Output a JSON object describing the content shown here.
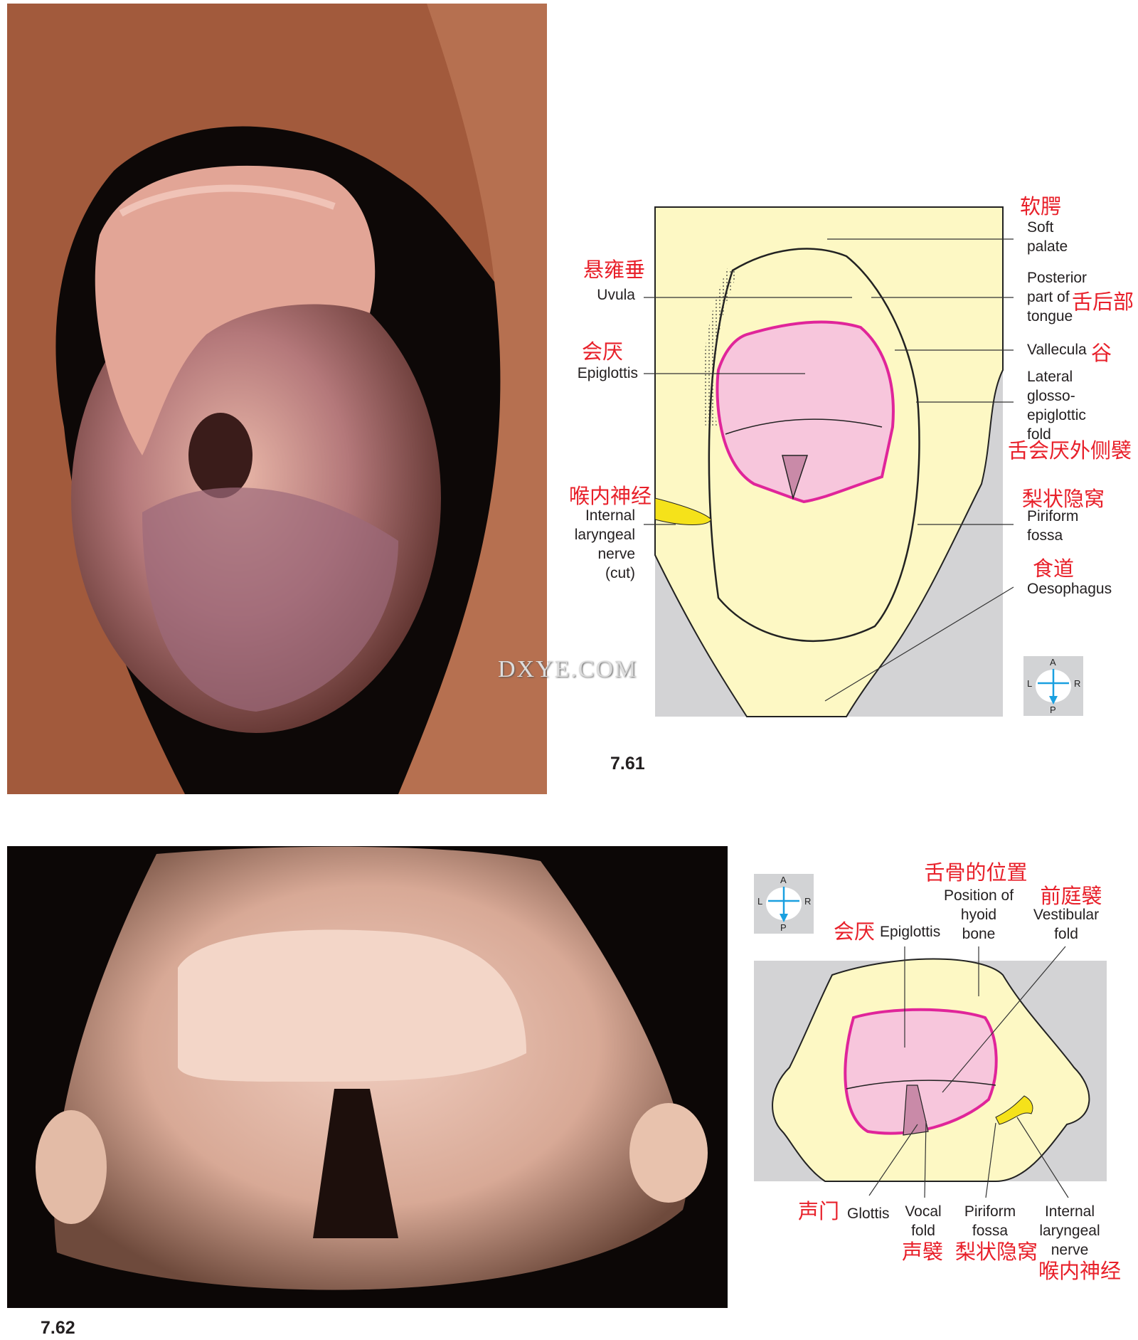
{
  "watermark": "DXYE.COM",
  "figure_761": {
    "number": "7.61",
    "labels": {
      "soft_palate_zh": "软腭",
      "soft_palate_1": "Soft",
      "soft_palate_2": "palate",
      "uvula_zh": "悬雍垂",
      "uvula": "Uvula",
      "post_tongue_1": "Posterior",
      "post_tongue_2": "part of",
      "post_tongue_3": "tongue",
      "post_tongue_zh": "舌后部",
      "vallecula": "Vallecula",
      "vallecula_zh": "谷",
      "epiglottis_zh": "会厌",
      "epiglottis": "Epiglottis",
      "lgef_1": "Lateral",
      "lgef_2": "glosso-",
      "lgef_3": "epiglottic",
      "lgef_4": "fold",
      "lgef_zh": "舌会厌外侧襞",
      "iln_zh": "喉内神经",
      "iln_1": "Internal",
      "iln_2": "laryngeal",
      "iln_3": "nerve",
      "iln_4": "(cut)",
      "piriform_zh": "梨状隐窝",
      "piriform_1": "Piriform",
      "piriform_2": "fossa",
      "oesophagus_zh": "食道",
      "oesophagus": "Oesophagus"
    },
    "orientation": {
      "a": "A",
      "p": "P",
      "l": "L",
      "r": "R"
    }
  },
  "figure_762": {
    "number": "7.62",
    "labels": {
      "hyoid_zh": "舌骨的位置",
      "hyoid_1": "Position of",
      "hyoid_2": "hyoid",
      "hyoid_3": "bone",
      "vestibular_zh": "前庭襞",
      "vestibular_1": "Vestibular",
      "vestibular_2": "fold",
      "epiglottis_zh": "会厌",
      "epiglottis": "Epiglottis",
      "glottis_zh": "声门",
      "glottis": "Glottis",
      "vocal_1": "Vocal",
      "vocal_2": "fold",
      "vocal_zh": "声襞",
      "piriform_1": "Piriform",
      "piriform_2": "fossa",
      "piriform_zh": "梨状隐窝",
      "iln_1": "Internal",
      "iln_2": "laryngeal",
      "iln_3": "nerve",
      "iln_zh": "喉内神经"
    },
    "orientation": {
      "a": "A",
      "p": "P",
      "l": "L",
      "r": "R"
    }
  },
  "colors": {
    "label_zh": "#e8202a",
    "diagram_bg": "#fdf8c4",
    "epiglottis_fill": "#f7c6dc",
    "epiglottis_outline": "#e0259a",
    "nerve": "#f5e21a"
  }
}
